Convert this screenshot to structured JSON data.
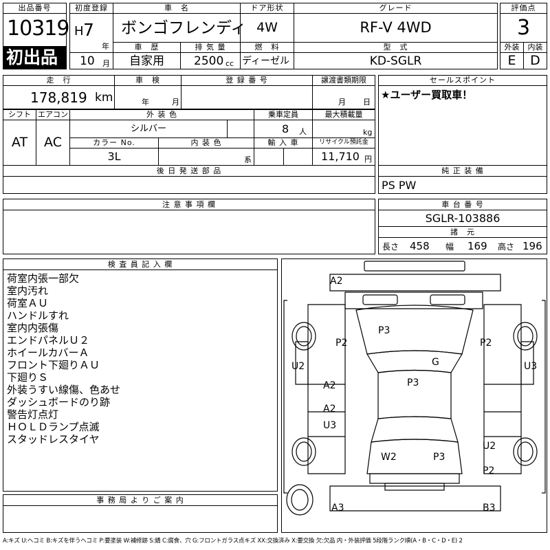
{
  "header": {
    "lot_number_label": "出品番号",
    "lot_number": "10319",
    "first_listing_badge": "初出品",
    "first_reg_label": "初度登録",
    "era_prefix": "H",
    "year_value": "7",
    "year_unit": "年",
    "month_value": "10",
    "month_unit": "月",
    "car_name_label": "車　名",
    "car_name": "ボンゴフレンディ",
    "door_label": "ドア形状",
    "door_value": "4W",
    "grade_label": "グレード",
    "grade_value": "RF-V 4WD",
    "rating_label": "評価点",
    "rating_value": "3",
    "history_label": "車　歴",
    "history_value": "自家用",
    "displacement_label": "排 気 量",
    "displacement_value": "2500",
    "displacement_unit": "cc",
    "fuel_label": "燃　料",
    "fuel_value": "ディーゼル",
    "model_label": "型　式",
    "model_value": "KD-SGLR",
    "exterior_label": "外装",
    "exterior_value": "E",
    "interior_label": "内装",
    "interior_value": "D"
  },
  "row2": {
    "mileage_label": "走　行",
    "mileage_value": "178,819",
    "mileage_unit": "km",
    "inspection_label": "車　検",
    "inspection_year_unit": "年",
    "inspection_month_unit": "月",
    "reg_no_label": "登 録 番 号",
    "transfer_label": "譲渡書類期限",
    "transfer_month_unit": "月",
    "transfer_day_unit": "日",
    "sales_point_label": "セールスポイント",
    "sales_point_text": "★ユーザー買取車！"
  },
  "row3": {
    "shift_label": "シフト",
    "shift_value": "AT",
    "ac_label": "エアコン",
    "ac_value": "AC",
    "color_label": "外 装 色",
    "color_value": "シルバー",
    "capacity_label": "乗車定員",
    "capacity_value": "8",
    "capacity_unit": "人",
    "load_label": "最大積載量",
    "load_unit": "kg",
    "color_no_label": "カラー No.",
    "color_no_value": "3L",
    "int_color_label": "内 装 色",
    "int_color_unit": "系",
    "import_label": "輸 入 車",
    "recycle_label": "リサイクル預託金",
    "recycle_value": "11,710",
    "recycle_unit": "円"
  },
  "row4": {
    "later_parts_label": "後 日 発 送 部 品",
    "equipment_label": "純 正 装 備",
    "equipment_value": "PS PW"
  },
  "row5": {
    "notes_label": "注 意 事 項 欄",
    "chassis_label": "車 台 番 号",
    "chassis_value": "SGLR-103886",
    "dims_label": "諸　元",
    "length_label": "長さ",
    "length_value": "458",
    "width_label": "幅",
    "width_value": "169",
    "height_label": "高さ",
    "height_value": "196"
  },
  "inspector": {
    "label": "検 査 員 記 入 欄",
    "items": [
      "荷室内張一部欠",
      "室内汚れ",
      "荷室ＡＵ",
      "ハンドルすれ",
      "室内内張傷",
      "エンドパネルＵ２",
      "ホイールカバーＡ",
      "フロント下廻りＡＵ",
      "下廻りＳ",
      "外装うすい線傷、色あせ",
      "ダッシュボードのり跡",
      "警告灯点灯",
      "ＨＯＬＤランプ点滅",
      "スタッドレスタイヤ"
    ]
  },
  "office": {
    "label": "事 務 局 よ り ご 案 内"
  },
  "damage_codes": {
    "top_front": "A2",
    "front_left_fender": "P2",
    "front_right_fender": "P2",
    "hood": "P3",
    "windshield": "G",
    "left_side_front": "U2",
    "right_side_front": "U3",
    "left_front_door": "A2",
    "roof": "P3",
    "left_rear_door_a": "A2",
    "left_rear_door_b": "U3",
    "right_rear": "U2",
    "right_rear_lower": "P2",
    "rear_window": "W2",
    "tailgate": "P3",
    "rear_left": "A3",
    "rear_right": "B3"
  },
  "legend": "A:キズ U:ヘコミ B:キズを伴うヘコミ P:要塗装 W:補修跡 S:錆 C:腐食、穴 G:フロントガラス点キズ XX:交換済み X:要交換 欠:欠品 内・外装評価 5段階ランク順(A・B・C・D・E) 2",
  "colors": {
    "ink": "#000000",
    "badge_bg": "#000000",
    "badge_fg": "#ffffff",
    "paper": "#ffffff"
  }
}
